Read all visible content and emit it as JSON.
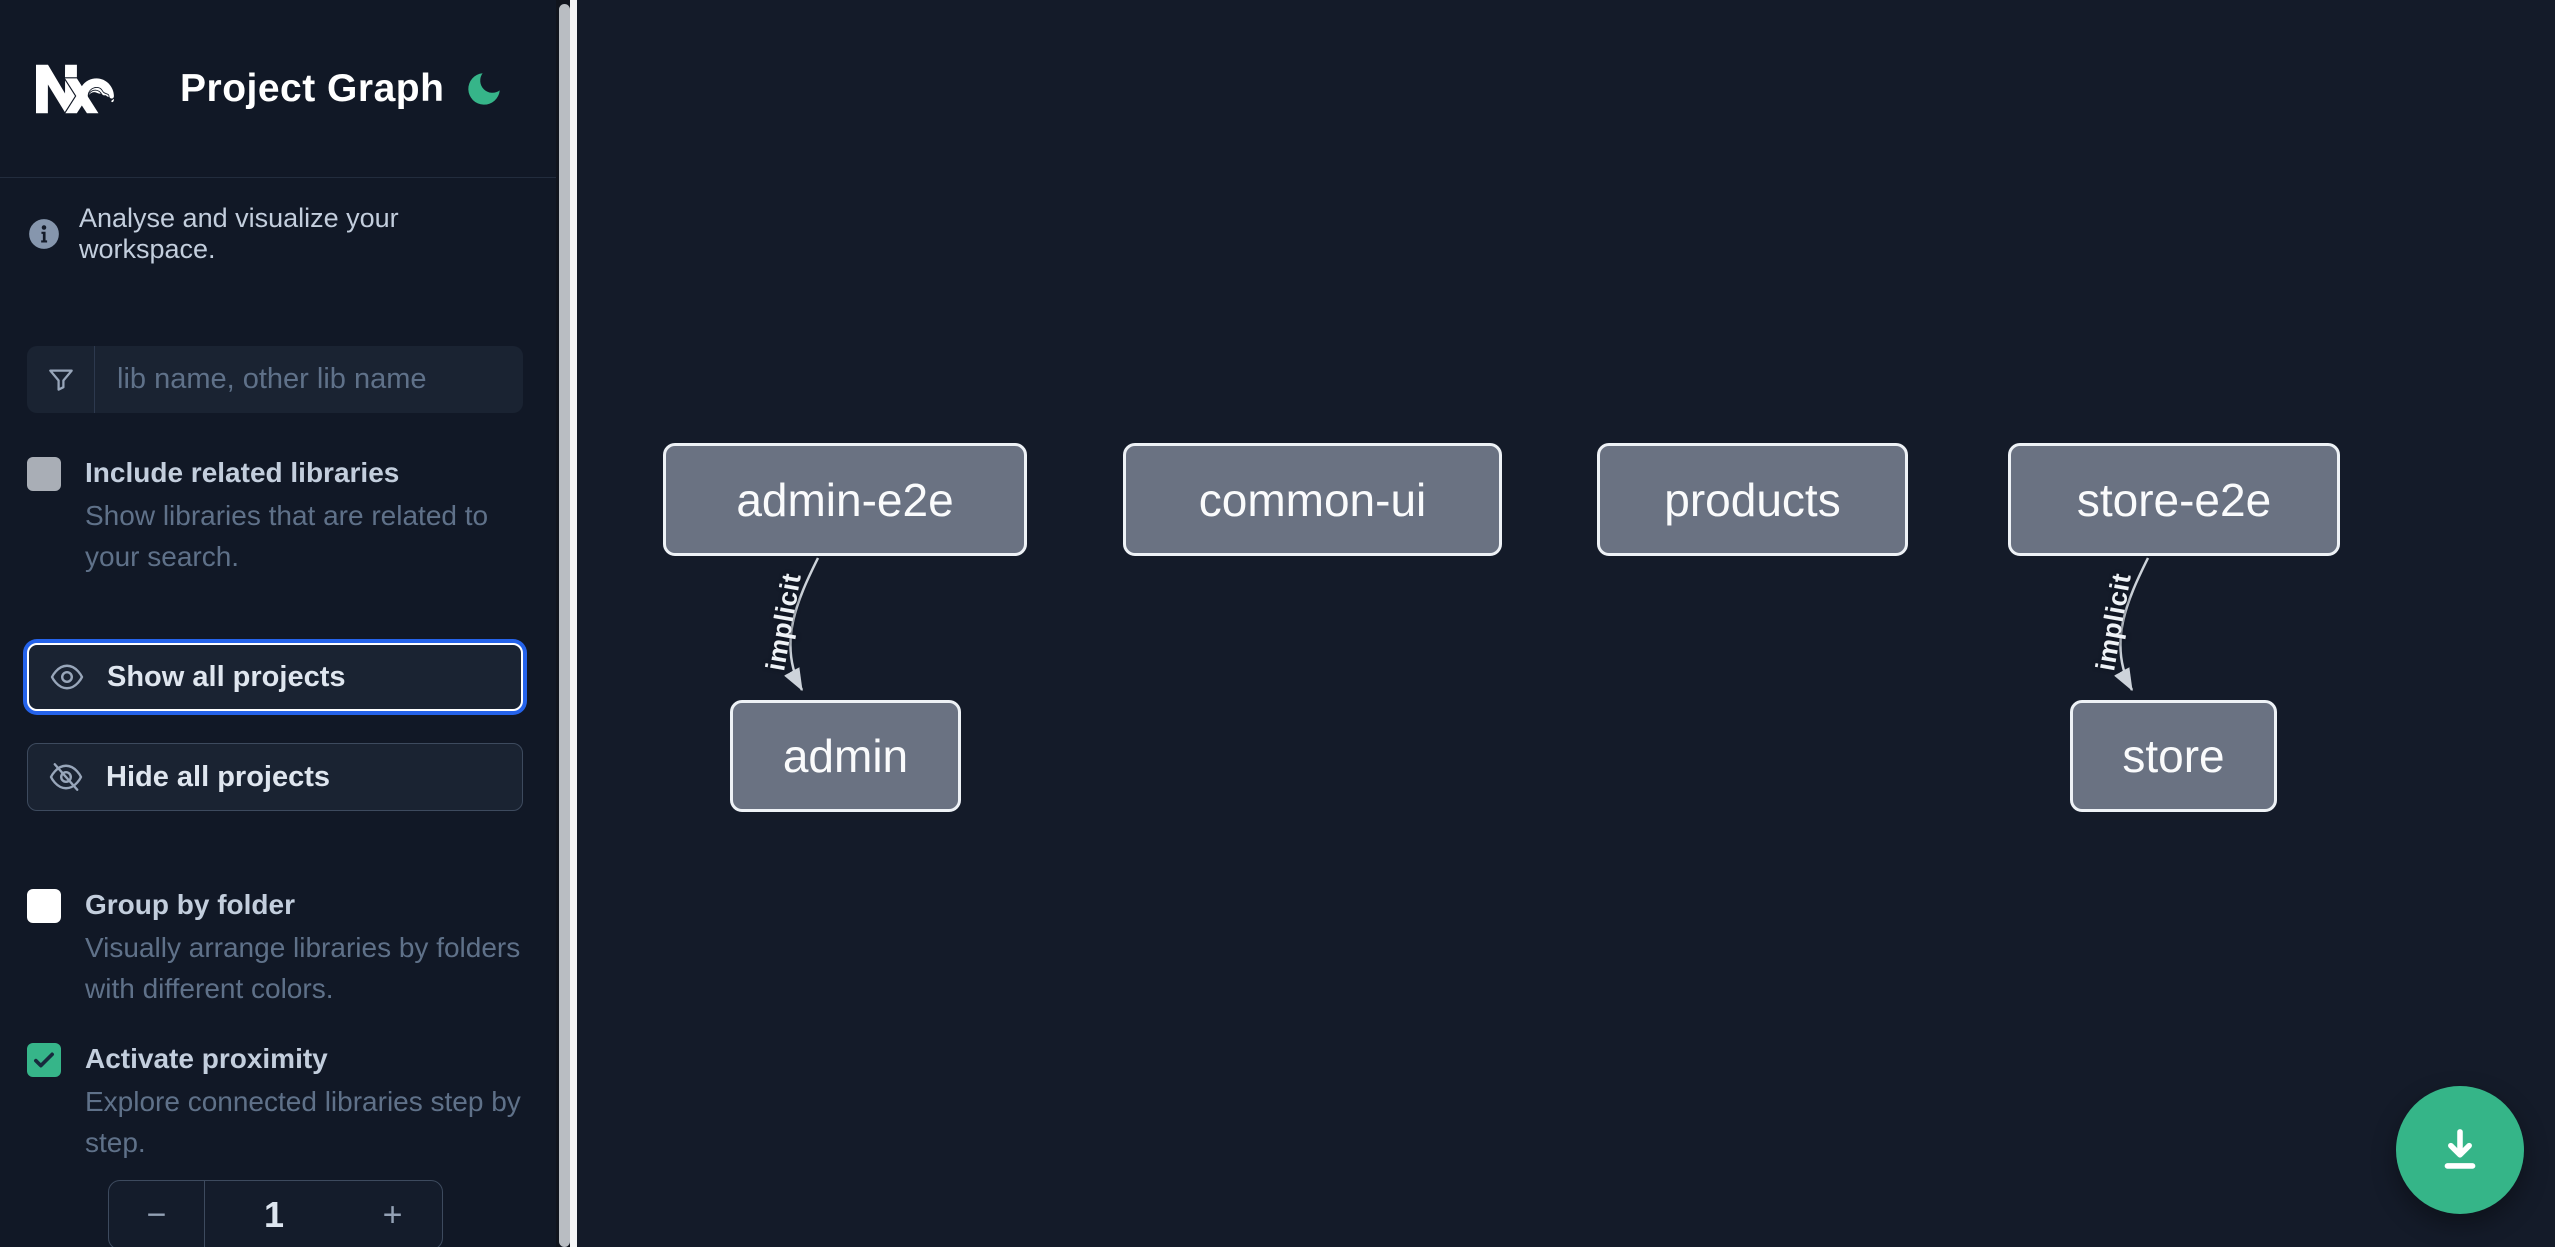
{
  "header": {
    "title": "Project Graph",
    "theme_icon": "moon-icon"
  },
  "sidebar": {
    "info_text": "Analyse and visualize your workspace.",
    "search": {
      "icon": "filter-icon",
      "placeholder": "lib name, other lib name",
      "value": ""
    },
    "include_related": {
      "label": "Include related libraries",
      "description": "Show libraries that are related to your search.",
      "checked": false
    },
    "show_all_label": "Show all projects",
    "hide_all_label": "Hide all projects",
    "group_by_folder": {
      "label": "Group by folder",
      "description": "Visually arrange libraries by folders with different colors.",
      "checked": false
    },
    "activate_proximity": {
      "label": "Activate proximity",
      "description": "Explore connected libraries step by step.",
      "checked": true
    },
    "proximity_stepper": {
      "decrement": "−",
      "value": "1",
      "increment": "+"
    }
  },
  "graph": {
    "nodes": [
      {
        "label": "admin-e2e"
      },
      {
        "label": "common-ui"
      },
      {
        "label": "products"
      },
      {
        "label": "store-e2e"
      },
      {
        "label": "admin"
      },
      {
        "label": "store"
      }
    ],
    "edges": [
      {
        "from": "admin-e2e",
        "to": "admin",
        "label": "implicit"
      },
      {
        "from": "store-e2e",
        "to": "store",
        "label": "implicit"
      }
    ]
  },
  "fab": {
    "icon": "download-icon"
  },
  "colors": {
    "accent_green": "#36b589",
    "focus_ring_blue": "#2563eb",
    "node_fill": "#6a7282",
    "node_border": "#eef2f6",
    "sidebar_bg": "#111826",
    "canvas_bg": "#141b29"
  }
}
